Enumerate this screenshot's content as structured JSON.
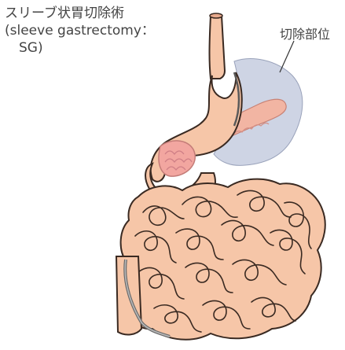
{
  "title": {
    "line1": "スリーブ状胃切除術",
    "line2": "(sleeve gastrectomy：",
    "line3": "SG)"
  },
  "labels": {
    "resection_site": "切除部位"
  },
  "colors": {
    "tissue": "#f6c6a8",
    "outline": "#3a2a22",
    "resected": "#c9d0e2",
    "pancreas_fill": "#f2b5a3",
    "pancreas_line": "#d58e84"
  }
}
